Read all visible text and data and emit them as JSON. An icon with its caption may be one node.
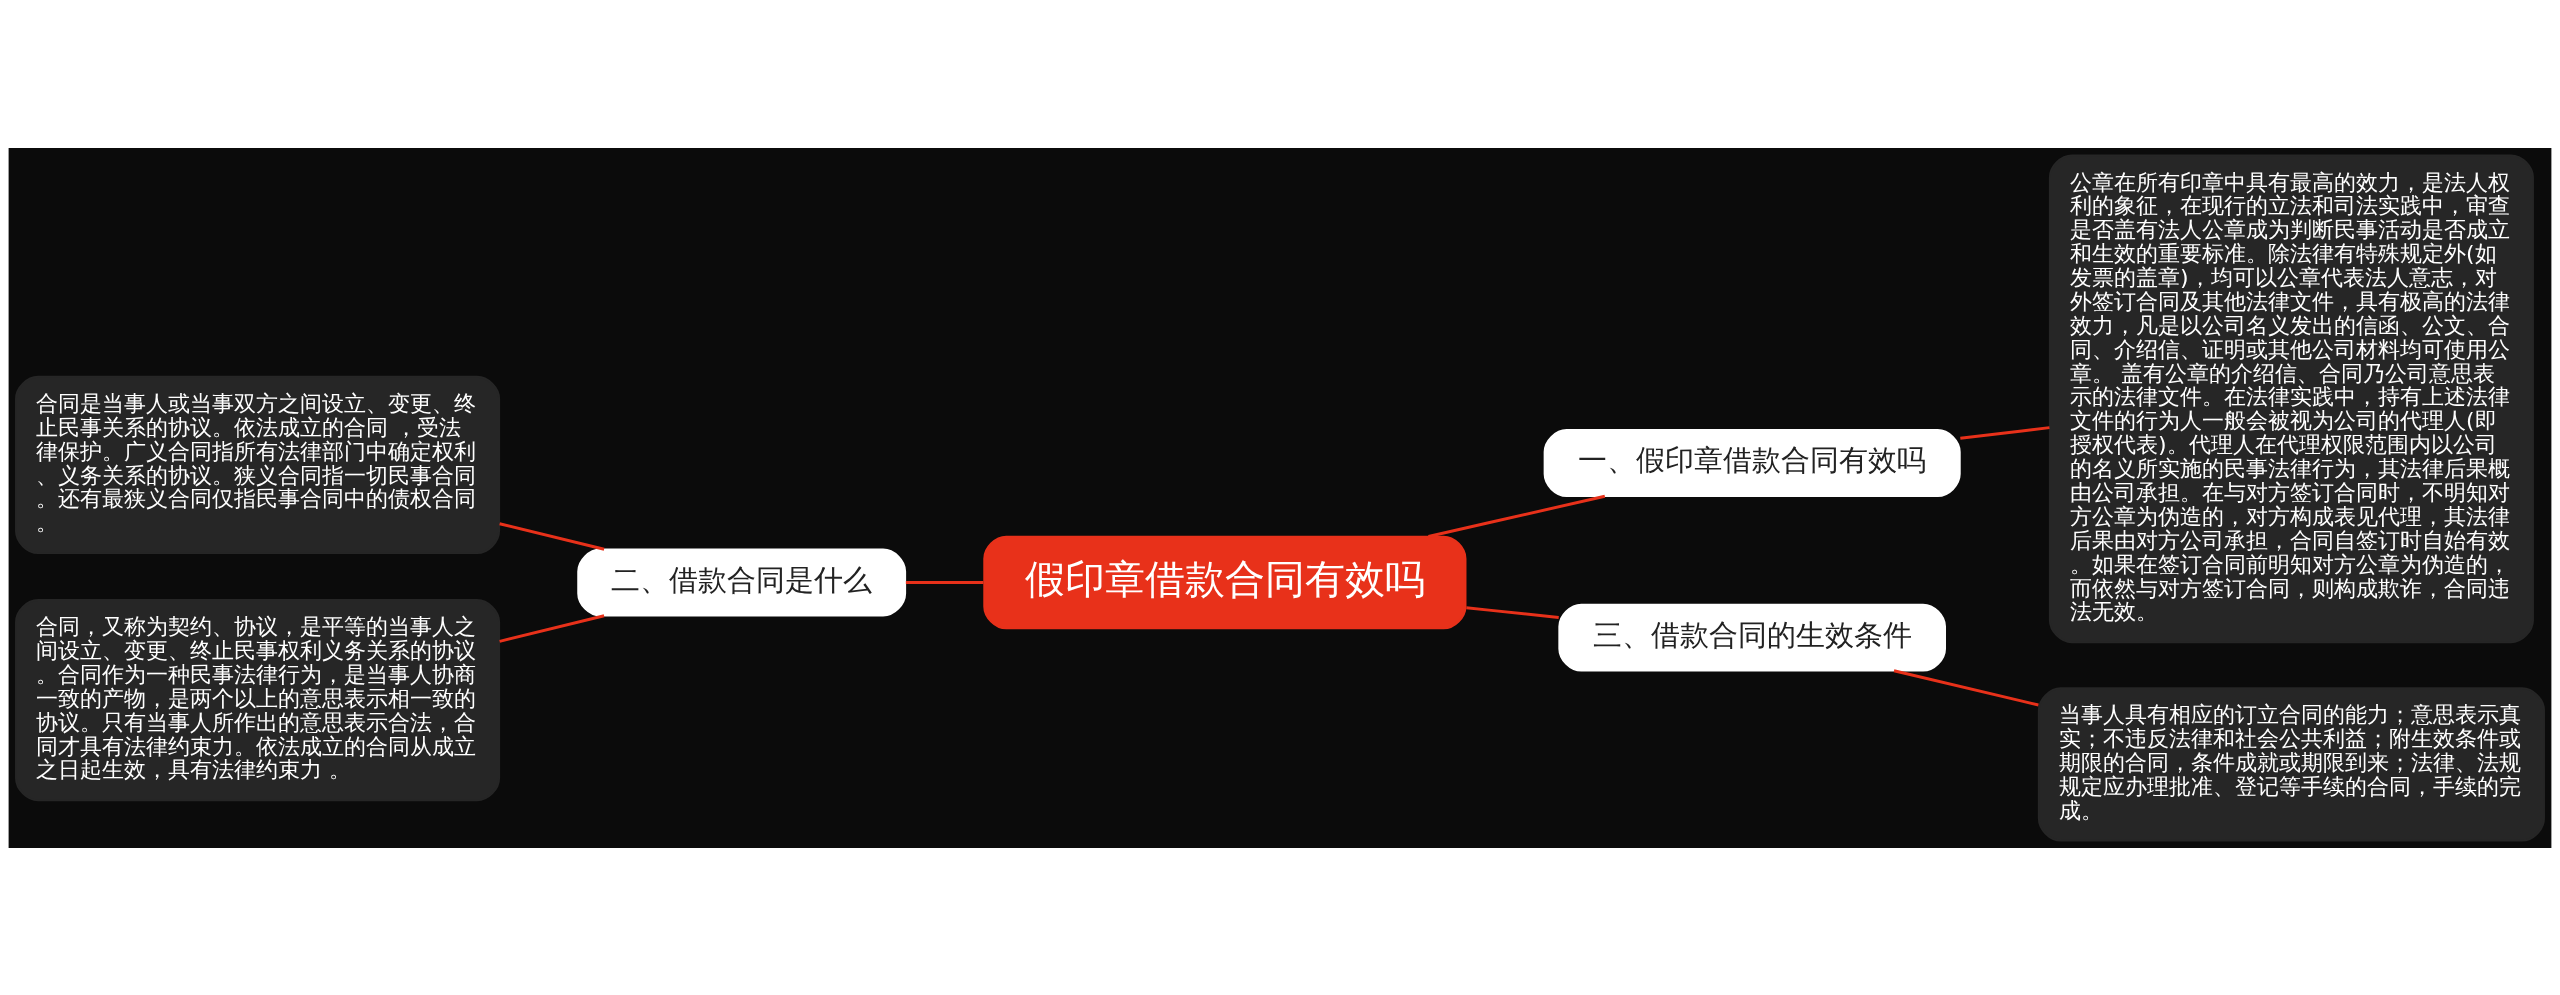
{
  "diagram": {
    "nodes": [
      {
        "text": [
          "假印章借款合同有效吗"
        ]
      },
      {
        "text": [
          "一、假印章借款合同有效吗"
        ]
      },
      {
        "text": [
          "公章在所有印章中具有最高的效力，是法人权利的象征，在现行的立法和司法实践中，审查是否盖有法人公章成为判断民事活动是否成立和生效的重要标准。除法律有特殊规定外(如发票的盖章)，均可以公章代表法人意志，对外签订合同及其他法律文件，具有极高的法律效力，凡是以公司名义发出的信函、公文、合同、介绍信、证明或其他公司材料均可使用公章。 盖有公章的介绍信、合同乃公司意思表示的法律文件。在法律实践中，持有上述法律文件的行为人一般会被视为公司的代理人(即授权代表)。代理人在代理权限范围内以公司的名义所实施的民事法律行为，其法律后果概由公司承担。在与对方签订合同时，不明知对方公章为伪造的，对方构成表见代理，其法律后果由对方公司承担，合同自签订时自始有效。如果在签订合同前明知对方公章为伪造的，而依然与对方签订合同，则构成欺诈，合同违法无效。"
        ]
      },
      {
        "text": [
          "二、借款合同是什么"
        ]
      },
      {
        "text": [
          "合同是当事人或当事双方之间设立、变更、终止民事关系的协议。依法成立的合同 ，受法律保护。广义合同指所有法律部门中确定权利、义务关系的协议。狭义合同指一切民事合同。还有最狭义合同仅指民事合同中的债权合同。"
        ]
      },
      {
        "text": [
          "合同，又称为契约、协议，是平等的当事人之间设立、变更、终止民事权利义务关系的协议。合同作为一种民事法律行为，是当事人协商一致的产物，是两个以上的意思表示相一致的协议。只有当事人所作出的意思表示合法，合同才具有法律约束力。依法成立的合同从成立之日起生效，具有法律约束力 。"
        ]
      },
      {
        "text": [
          "三、借款合同的生效条件"
        ]
      },
      {
        "text": [
          "当事人具有相应的订立合同的能力；意思表示真实；不违反法律和社会公共利益；附生效条件或期限的合同，条件成就或期限到来；法律、法规规定应办理批准、登记等手续的合同，手续的完成。"
        ]
      }
    ],
    "edges": [
      {
        "from": 0,
        "to": 1,
        "arrow": "none"
      },
      {
        "from": 1,
        "to": 2,
        "arrow": "none"
      },
      {
        "from": 0,
        "to": 3,
        "arrow": "none"
      },
      {
        "from": 3,
        "to": 4,
        "arrow": "none"
      },
      {
        "from": 3,
        "to": 5,
        "arrow": "none"
      },
      {
        "from": 0,
        "to": 6,
        "arrow": "none"
      },
      {
        "from": 6,
        "to": 7,
        "arrow": "none"
      }
    ]
  }
}
